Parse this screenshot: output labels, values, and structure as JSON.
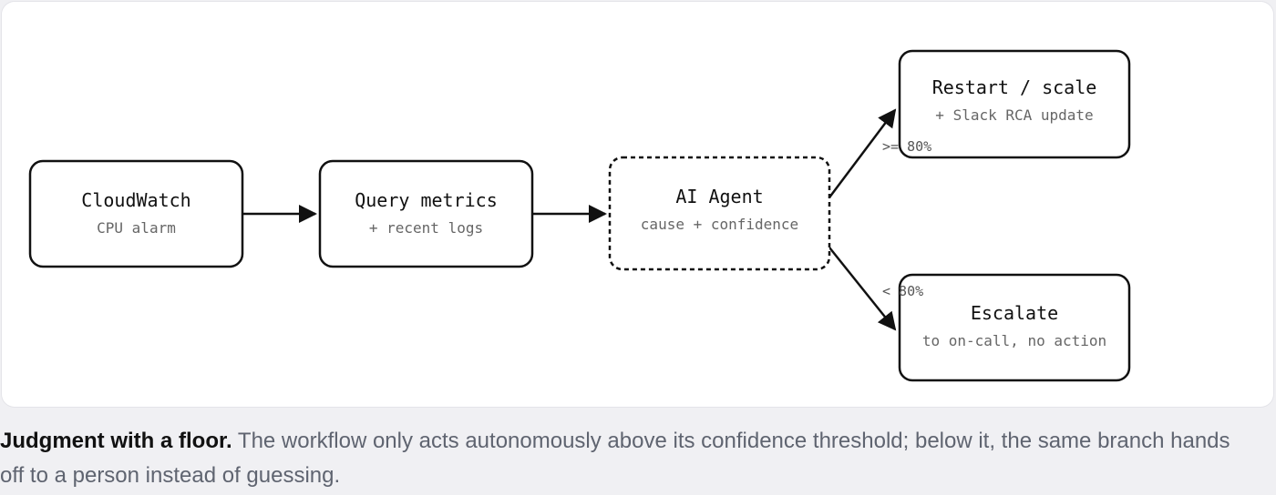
{
  "diagram": {
    "nodes": {
      "cloudwatch": {
        "title": "CloudWatch",
        "subtitle": "CPU alarm"
      },
      "query": {
        "title": "Query metrics",
        "subtitle": "+ recent logs"
      },
      "agent": {
        "title": "AI Agent",
        "subtitle": "cause + confidence"
      },
      "restart": {
        "title": "Restart / scale",
        "subtitle": "+ Slack RCA update"
      },
      "escalate": {
        "title": "Escalate",
        "subtitle": "to on-call, no action"
      }
    },
    "edges": {
      "high": ">= 80%",
      "low": "< 80%"
    }
  },
  "caption": {
    "lead": "Judgment with a floor.",
    "body": "The workflow only acts autonomously above its confidence threshold; below it, the same branch hands off to a person instead of guessing."
  }
}
